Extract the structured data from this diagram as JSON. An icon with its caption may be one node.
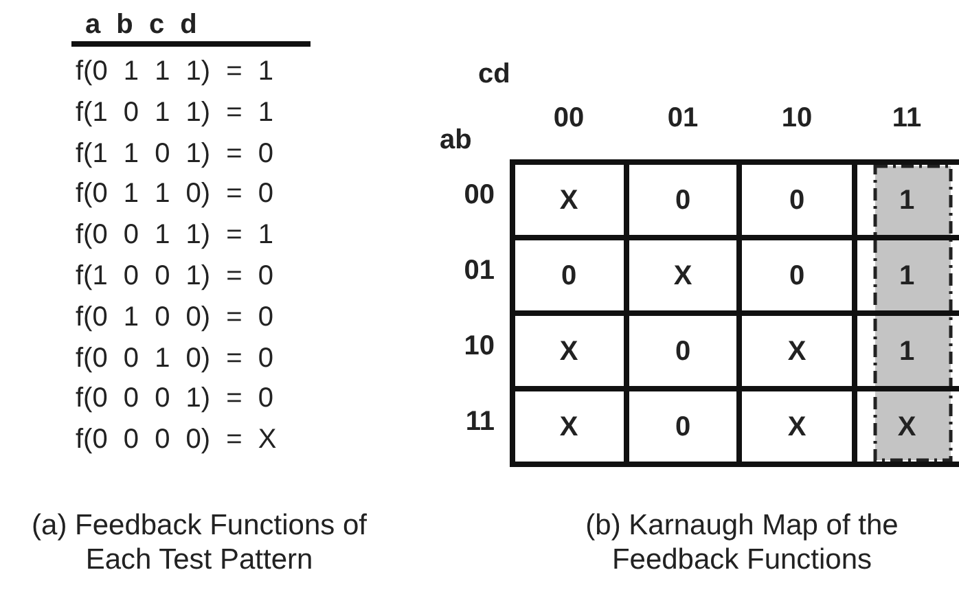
{
  "diagram": {
    "labels": [
      "a b c d",
      "f(0 1 1 1) = 1",
      "f(1 0 1 1) = 1",
      "f(1 1 0 1) = 0",
      "f(0 1 1 0) = 0",
      "f(0 0 1 1) = 1",
      "f(1 0 0 1) = 0",
      "f(0 1 0 0) = 0",
      "f(0 0 1 0) = 0",
      "f(0 0 0 1) = 0",
      "f(0 0 0 0) = X",
      "cd",
      "00",
      "01",
      "10",
      "11",
      "ab",
      "00",
      "X",
      "0",
      "0",
      "1",
      "01",
      "0",
      "X",
      "0",
      "1",
      "10",
      "X",
      "0",
      "X",
      "1",
      "11",
      "X",
      "0",
      "X",
      "X",
      "(a) Feedback Functions of Each Test Pattern",
      "(b) Karnaugh Map of the Feedback Functions"
    ]
  }
}
